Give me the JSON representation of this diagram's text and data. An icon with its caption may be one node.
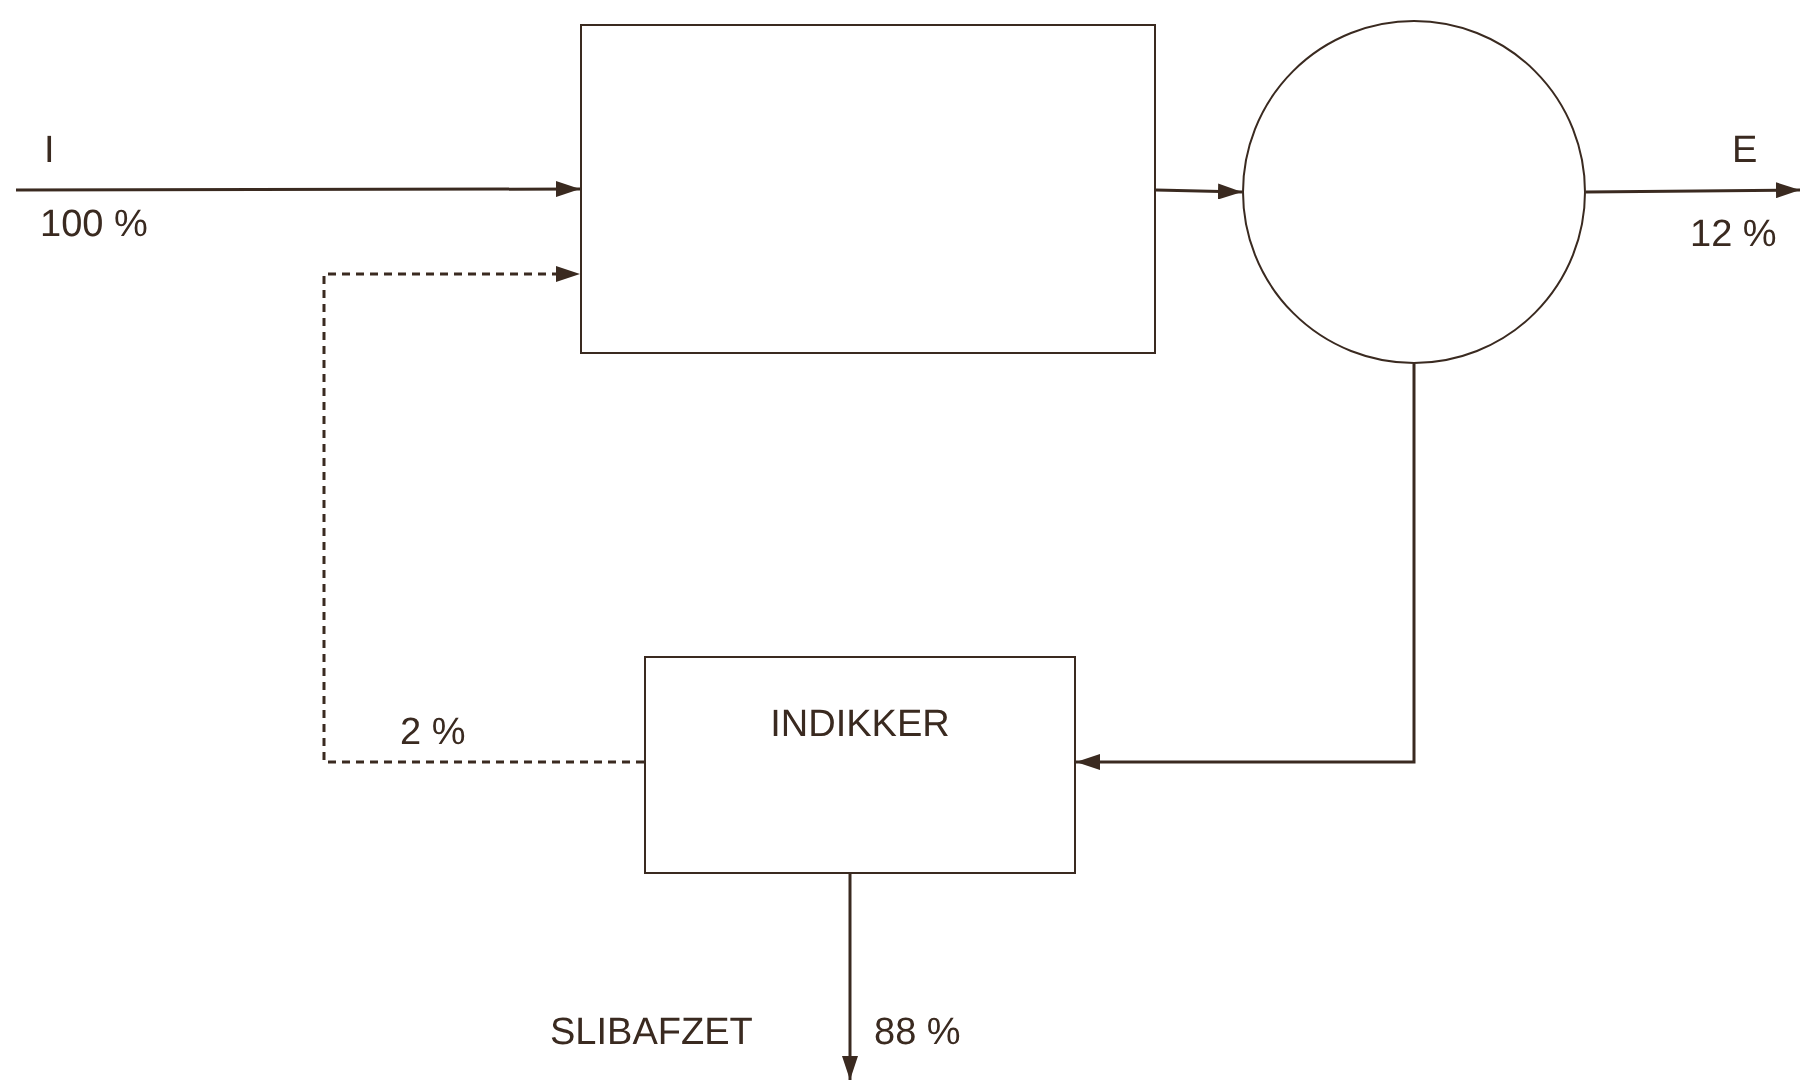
{
  "diagram": {
    "nodes": [
      {
        "text": [],
        "shape": "box"
      },
      {
        "text": [],
        "shape": "circle"
      },
      {
        "text": [
          "INDIKKER"
        ]
      }
    ],
    "edges": [
      {
        "from": null,
        "to": 0,
        "arrow": "to"
      },
      {
        "from": 0,
        "to": 1,
        "arrow": "to"
      },
      {
        "from": 1,
        "to": null,
        "arrow": "to"
      },
      {
        "from": 1,
        "to": 2,
        "arrow": "to"
      },
      {
        "from": 2,
        "to": 0,
        "arrow": "to",
        "style": "dashed"
      },
      {
        "from": 2,
        "to": null,
        "arrow": "to"
      }
    ],
    "labels": [
      "I",
      "100 %",
      "E",
      "12 %",
      "2 %",
      "SLIBAFZET",
      "88 %"
    ]
  }
}
